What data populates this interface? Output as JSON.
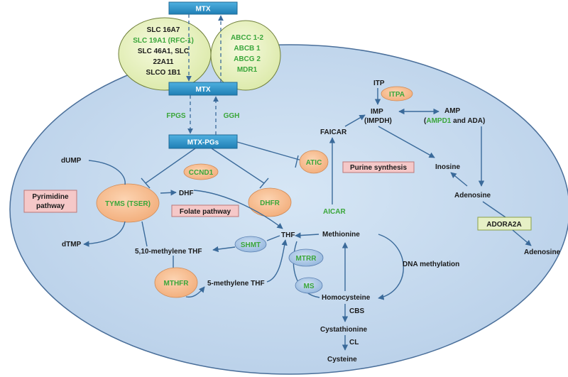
{
  "colors": {
    "cell_fill": "#c9dcef",
    "cell_stroke": "#4a6f9a",
    "box_fill": "#2b8fc6",
    "enzyme_orange": "#f6b98a",
    "enzyme_blue": "#a9c6e6",
    "transporter_green": "#e8f2c4",
    "pathway_pink": "#f5c8c8",
    "adora_green": "#e6f0c6",
    "gene_text_green": "#3aa63a",
    "arrow": "#3a6a9a"
  },
  "mtx_out": "MTX",
  "mtx_in": "MTX",
  "mtx_pgs": "MTX-PGs",
  "influx": {
    "line1": "SLC 16A7",
    "line2": "SLC 19A1 (RFC-1)",
    "line3": "SLC 46A1,  SLC",
    "line4": "22A11",
    "line5": "SLCO 1B1"
  },
  "efflux": {
    "line1": "ABCC 1-2",
    "line2": "ABCB 1",
    "line3": "ABCG 2",
    "line4": "MDR1"
  },
  "fpgs": "FPGS",
  "ggh": "GGH",
  "ccnd1": "CCND1",
  "tyms": "TYMS (TSER)",
  "dhfr": "DHFR",
  "dhf": "DHF",
  "thf": "THF",
  "dump": "dUMP",
  "dtmp": "dTMP",
  "pyrimidine_pathway": {
    "line1": "Pyrimidine",
    "line2": "pathway"
  },
  "folate_pathway": "Folate pathway",
  "purine_synthesis": "Purine synthesis",
  "shmt": "SHMT",
  "methylene_thf": "5,10-methylene THF",
  "mthfr": "MTHFR",
  "five_methylene_thf": "5-methylene THF",
  "methionine": "Methionine",
  "mtrr": "MTRR",
  "ms": "MS",
  "homocysteine": "Homocysteine",
  "dna_methylation": "DNA methylation",
  "cbs": "CBS",
  "cystathionine": "Cystathionine",
  "cl": "CL",
  "cysteine": "Cysteine",
  "atic": "ATIC",
  "aicar": "AICAR",
  "faicar": "FAICAR",
  "itp": "ITP",
  "itpa": "ITPA",
  "imp": "IMP",
  "impdh": "(IMPDH)",
  "amp": "AMP",
  "ampd1_open": "(",
  "ampd1": "AMPD1",
  "ampd1_rest": " and ADA)",
  "inosine": "Inosine",
  "adenosine_in": "Adenosine",
  "adora2a": "ADORA2A",
  "adenosine_out": "Adenosine"
}
